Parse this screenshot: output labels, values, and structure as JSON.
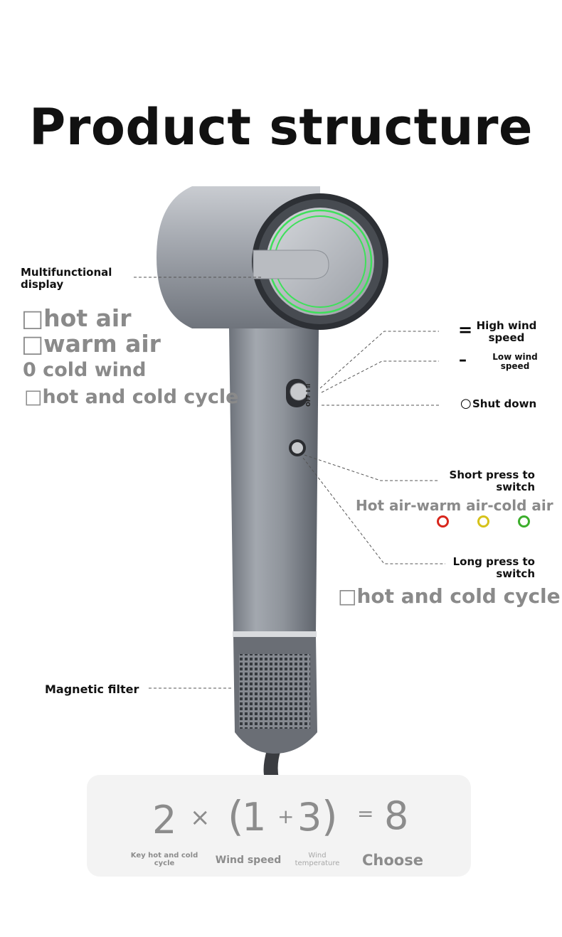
{
  "title": "Product structure",
  "left_labels": {
    "display": "Multifunctional display",
    "modes": [
      "□hot air",
      "□warm air",
      "0 cold wind",
      "□hot and cold cycle"
    ],
    "filter": "Magnetic filter"
  },
  "switch": {
    "marking": "OFF I II",
    "high_symbol": "=",
    "high": "High wind speed",
    "low_symbol": "–",
    "low": "Low wind speed",
    "off_symbol": "○",
    "off": "Shut down"
  },
  "button": {
    "short_press": "Short press to switch",
    "sequence": "Hot air-warm air-cold air",
    "indicator_colors": [
      "#d8261c",
      "#d6c21a",
      "#3cae2c"
    ],
    "long_press": "Long press to switch",
    "cycle": "□hot and cold cycle"
  },
  "formula": {
    "a": "2",
    "times": "×",
    "lparen": "(",
    "b": "1",
    "plus": "+",
    "c": "3",
    "rparen": ")",
    "eq": "=",
    "result": "8",
    "captions": [
      "Key hot and cold cycle",
      "Wind speed",
      "Wind temperature",
      "Choose"
    ]
  },
  "colors": {
    "ring_glow": "#3ee05a",
    "body": "#8e939c"
  }
}
